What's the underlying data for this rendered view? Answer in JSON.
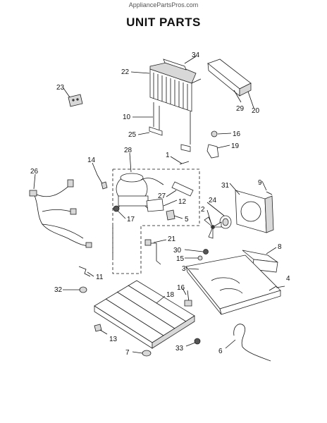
{
  "watermark": "AppliancePartsPros.com",
  "title": "UNIT PARTS",
  "callouts": [
    "34",
    "22",
    "23",
    "29",
    "20",
    "10",
    "25",
    "16",
    "19",
    "1",
    "28",
    "14",
    "26",
    "9",
    "31",
    "27",
    "24",
    "12",
    "2",
    "17",
    "5",
    "21",
    "8",
    "30",
    "15",
    "3",
    "11",
    "4",
    "32",
    "18",
    "16",
    "13",
    "33",
    "6",
    "7"
  ]
}
